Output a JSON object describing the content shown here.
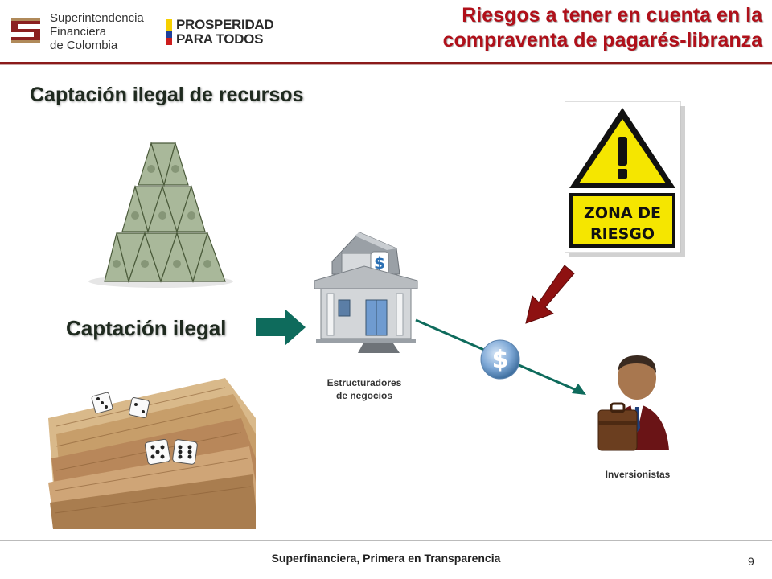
{
  "header": {
    "org_line1": "Superintendencia",
    "org_line2": "Financiera",
    "org_line3": "de Colombia",
    "campaign_line1": "PROSPERIDAD",
    "campaign_line2": "PARA TODOS",
    "title_line1": "Riesgos a tener en cuenta en la",
    "title_line2": "compraventa de pagarés-libranza"
  },
  "main": {
    "section_title": "Captación ilegal de recursos",
    "capture_label": "Captación ilegal",
    "warning_line1": "ZONA DE",
    "warning_line2": "RIESGO",
    "structurers_line1": "Estructuradores",
    "structurers_line2": "de negocios",
    "investors_label": "Inversionistas",
    "dollar_symbol": "$"
  },
  "footer": {
    "tagline": "Superfinanciera, Primera en Transparencia",
    "page_number": "9"
  },
  "colors": {
    "title_red": "#b0101a",
    "arrow_teal": "#0e6b5c",
    "arrow_red": "#8e1111",
    "warning_yellow": "#f5e600"
  }
}
